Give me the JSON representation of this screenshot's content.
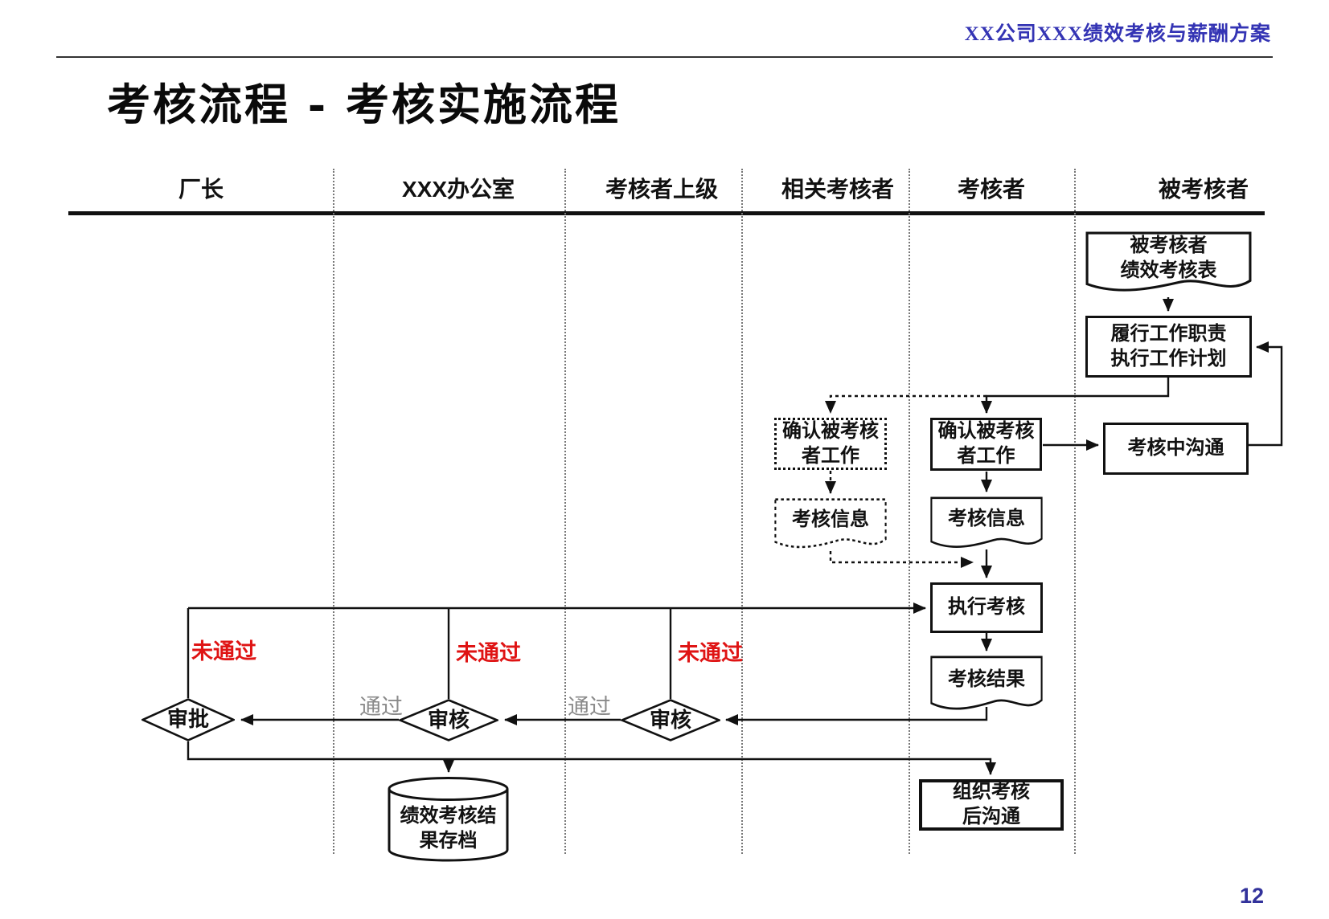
{
  "header": {
    "project_label": "XX公司XXX绩效考核与薪酬方案"
  },
  "slide": {
    "title": "考核流程 - 考核实施流程",
    "page_number": "12"
  },
  "lanes": [
    {
      "label": "厂长"
    },
    {
      "label": "XXX办公室"
    },
    {
      "label": "考核者上级"
    },
    {
      "label": "相关考核者"
    },
    {
      "label": "考核者"
    },
    {
      "label": "被考核者"
    }
  ],
  "nodes": {
    "appraisee_form": {
      "label": "被考核者\n绩效考核表",
      "shape": "document"
    },
    "perform_duties": {
      "label": "履行工作职责\n执行工作计划",
      "shape": "process"
    },
    "confirm_work_related": {
      "label": "确认被考核\n者工作",
      "shape": "process-dotted"
    },
    "confirm_work_appraiser": {
      "label": "确认被考核\n者工作",
      "shape": "process"
    },
    "mid_communication": {
      "label": "考核中沟通",
      "shape": "process"
    },
    "info_related": {
      "label": "考核信息",
      "shape": "document-dotted"
    },
    "info_appraiser": {
      "label": "考核信息",
      "shape": "document"
    },
    "execute_appraisal": {
      "label": "执行考核",
      "shape": "process"
    },
    "appraisal_result": {
      "label": "考核结果",
      "shape": "document"
    },
    "review_superior": {
      "label": "审核",
      "shape": "decision"
    },
    "review_office": {
      "label": "审核",
      "shape": "decision"
    },
    "approve": {
      "label": "审批",
      "shape": "decision"
    },
    "archive": {
      "label": "绩效考核结\n果存档",
      "shape": "database"
    },
    "post_communication": {
      "label": "组织考核\n后沟通",
      "shape": "process"
    }
  },
  "edge_labels": {
    "fail_1": "未通过",
    "fail_2": "未通过",
    "fail_3": "未通过",
    "pass_1": "通过",
    "pass_2": "通过"
  },
  "colors": {
    "accent_blue": "#3434b4",
    "page_number_blue": "#32329b",
    "fail_red": "#df1414",
    "pass_gray": "#8a8a8a",
    "line_black": "#111111"
  }
}
